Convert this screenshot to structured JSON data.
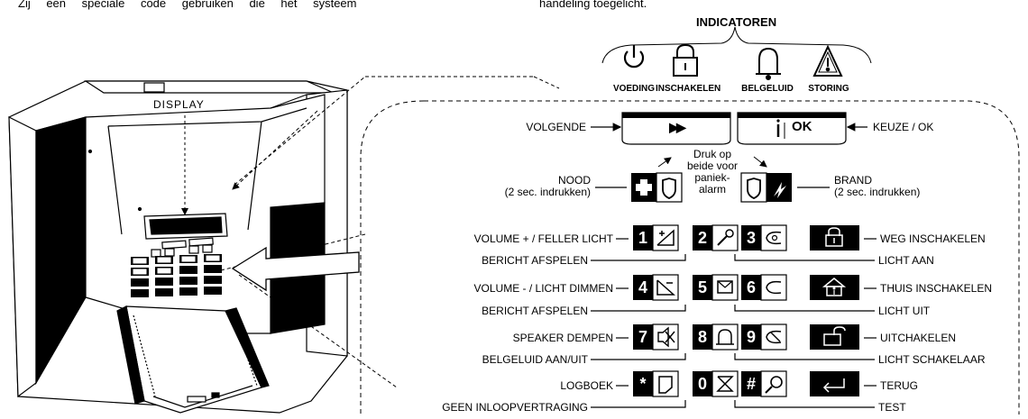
{
  "top_text": {
    "left": "Zij een speciale code gebruiken die het systeem",
    "right": "handeling toegelicht."
  },
  "indicators": {
    "title": "INDICATOREN",
    "items": [
      {
        "label": "VOEDING",
        "icon": "power-icon"
      },
      {
        "label": "INSCHAKELEN",
        "icon": "lock-icon"
      },
      {
        "label": "BELGELUID",
        "icon": "bell-icon"
      },
      {
        "label": "STORING",
        "icon": "warning-icon"
      }
    ]
  },
  "device": {
    "display_label": "DISPLAY"
  },
  "nav": {
    "next_label": "VOLGENDE",
    "next_symbol": "▶▶",
    "ok_label": "KEUZE / OK",
    "ok_symbol": "OK"
  },
  "panic": {
    "emergency_label": "NOOD",
    "emergency_sub": "(2 sec. indrukken)",
    "fire_label": "BRAND",
    "fire_sub": "(2 sec. indrukken)",
    "hint_1": "Druk op",
    "hint_2": "beide voor",
    "hint_3": "paniek-",
    "hint_4": "alarm"
  },
  "keys": {
    "1": "1",
    "2": "2",
    "3": "3",
    "4": "4",
    "5": "5",
    "6": "6",
    "7": "7",
    "8": "8",
    "9": "9",
    "star": "*",
    "0": "0",
    "hash": "#"
  },
  "labels_left": {
    "volume_up": "VOLUME + /  FELLER LICHT",
    "msg_play_1": "BERICHT AFSPELEN",
    "volume_down": "VOLUME - / LICHT DIMMEN",
    "msg_play_2": "BERICHT AFSPELEN",
    "speaker_mute": "SPEAKER DEMPEN",
    "chime": "BELGELUID AAN/UIT",
    "log": "LOGBOEK",
    "no_entry_delay": "GEEN INLOOPVERTRAGING"
  },
  "labels_right": {
    "arm_away": "WEG INSCHAKELEN",
    "light_on": "LICHT AAN",
    "arm_home": "THUIS INSCHAKELEN",
    "light_off": "LICHT UIT",
    "disarm": "UITCHAKELEN",
    "light_switch": "LICHT SCHAKELAAR",
    "back": "TERUG",
    "test": "TEST"
  },
  "colors": {
    "ink": "#000000",
    "paper": "#ffffff",
    "panel_fill": "#f2f2f2"
  }
}
